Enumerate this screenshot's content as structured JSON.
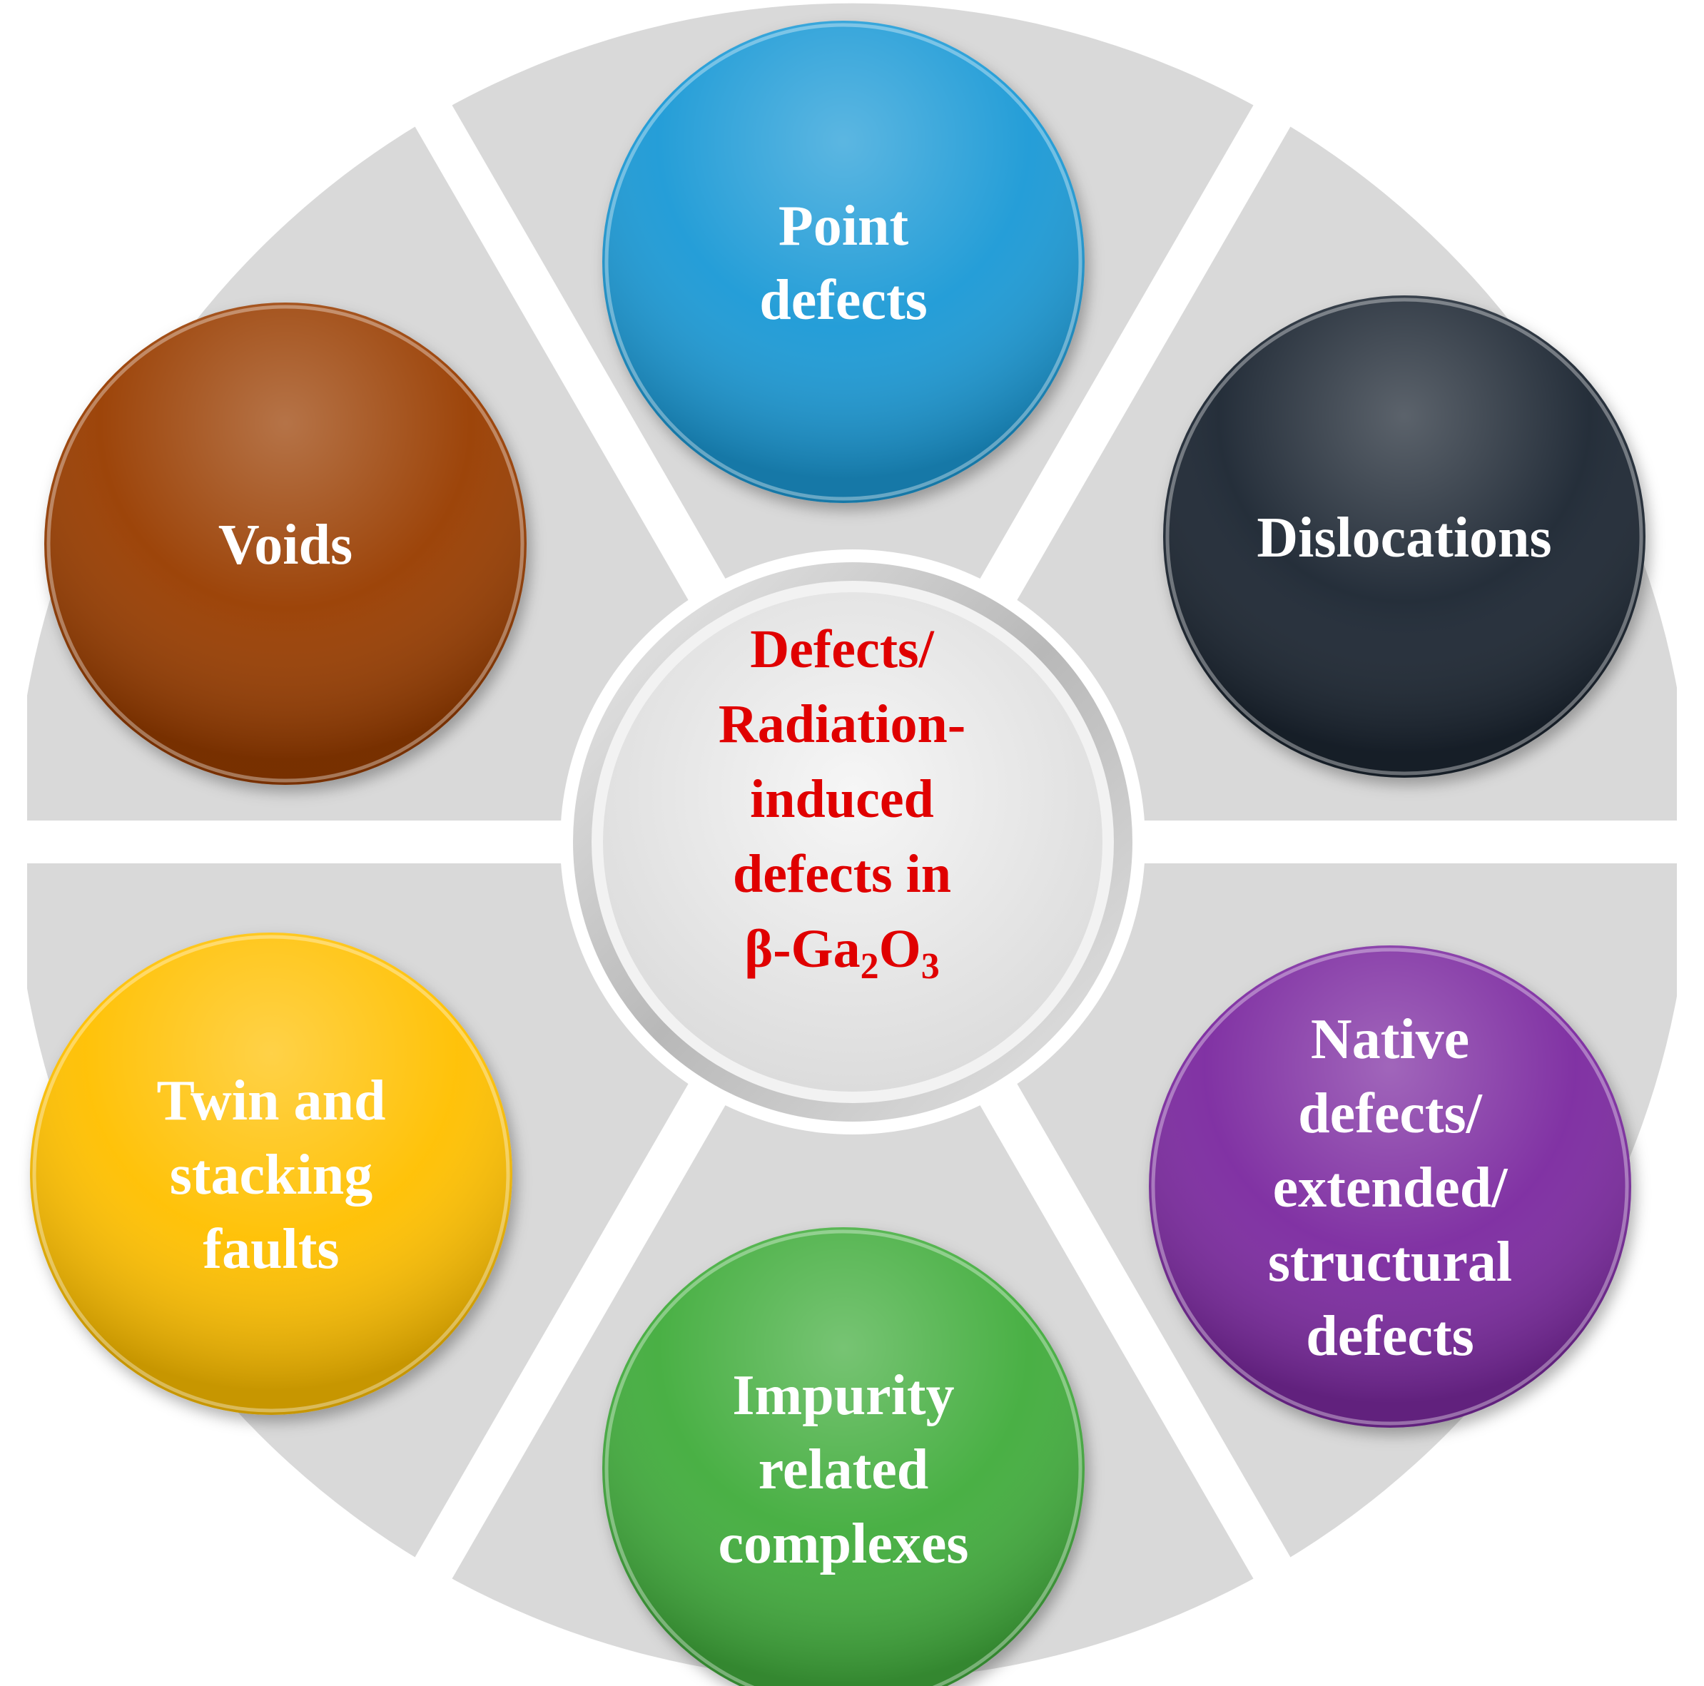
{
  "center": {
    "lines": [
      "Defects/",
      "Radiation-",
      "induced",
      "defects in"
    ],
    "formula": {
      "prefix": "β-Ga",
      "sub1": "2",
      "mid": "O",
      "sub2": "3"
    },
    "color": "#e00000"
  },
  "nodes": [
    {
      "id": "point-defects",
      "lines": [
        "Point",
        "defects"
      ],
      "color": "#1e9ad6"
    },
    {
      "id": "dislocations",
      "lines": [
        "Dislocations"
      ],
      "color": "#1c2733"
    },
    {
      "id": "native-defects",
      "lines": [
        "Native",
        "defects/",
        "extended/",
        "structural",
        "defects"
      ],
      "color": "#7b2ca0"
    },
    {
      "id": "impurity-complexes",
      "lines": [
        "Impurity",
        "related",
        "complexes"
      ],
      "color": "#43ad3c"
    },
    {
      "id": "twin-stacking",
      "lines": [
        "Twin and",
        "stacking",
        "faults"
      ],
      "color": "#ffc000"
    },
    {
      "id": "voids",
      "lines": [
        "Voids"
      ],
      "color": "#993c00"
    }
  ],
  "ring_color": "#d9d9d9"
}
